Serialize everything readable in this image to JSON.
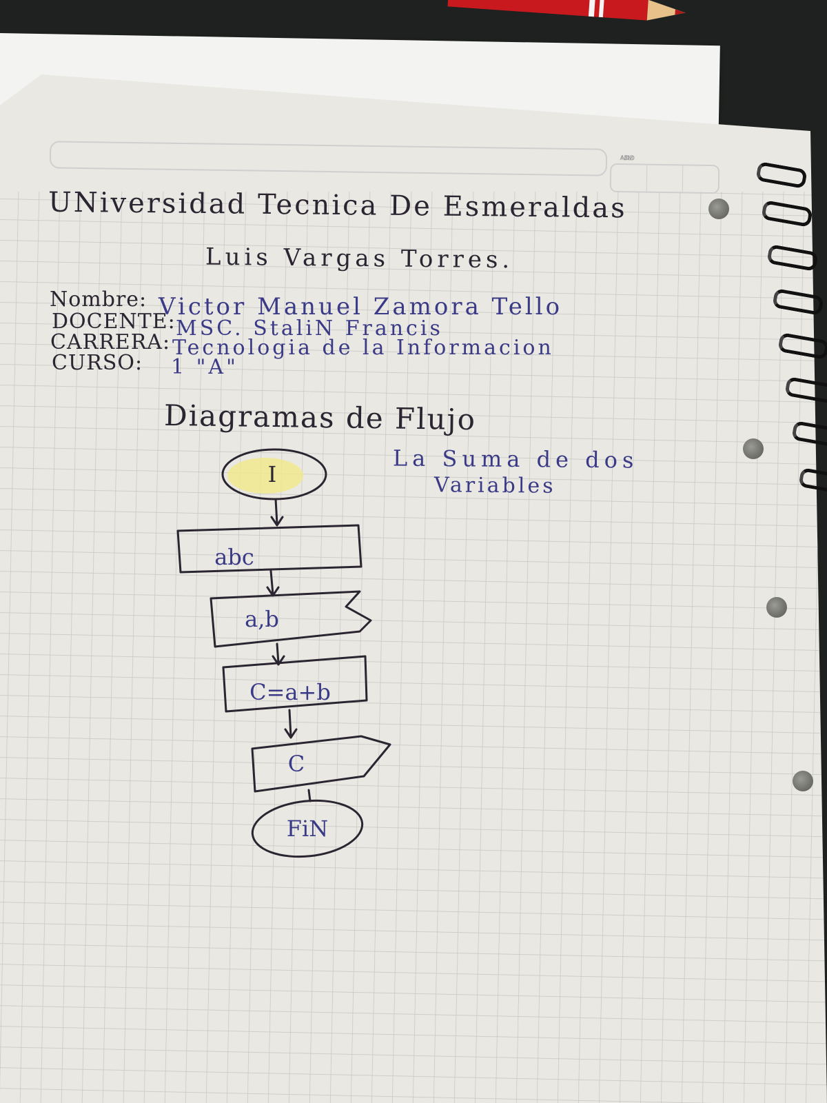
{
  "notebook": {
    "date_labels": [
      "DD",
      "MM",
      "AA"
    ]
  },
  "header": {
    "university": "UNiversidad Tecnica De Esmeraldas",
    "campus": "Luis Vargas Torres."
  },
  "student_info": {
    "nombre_label": "Nombre:",
    "nombre_value": "Victor Manuel Zamora Tello",
    "docente_label": "DOCENTE:",
    "docente_value": "MSC. StaliN Francis",
    "carrera_label": "CARRERA:",
    "carrera_value": "Tecnologia de la Informacion",
    "curso_label": "CURSO:",
    "curso_value": "1 \"A\""
  },
  "diagram": {
    "heading": "Diagramas de Flujo",
    "description_line1": "La Suma de dos",
    "description_line2": "Variables",
    "nodes": {
      "start": "I",
      "declare": "abc",
      "input": "a,b",
      "process": "C=a+b",
      "output": "C",
      "end": "FiN"
    }
  },
  "colors": {
    "paper": "#e9e8e3",
    "grid_line": "#c5c5c2",
    "pencil_ink": "#2a2530",
    "blue_ink": "#3b3a86",
    "highlight": "#f1e88a"
  }
}
